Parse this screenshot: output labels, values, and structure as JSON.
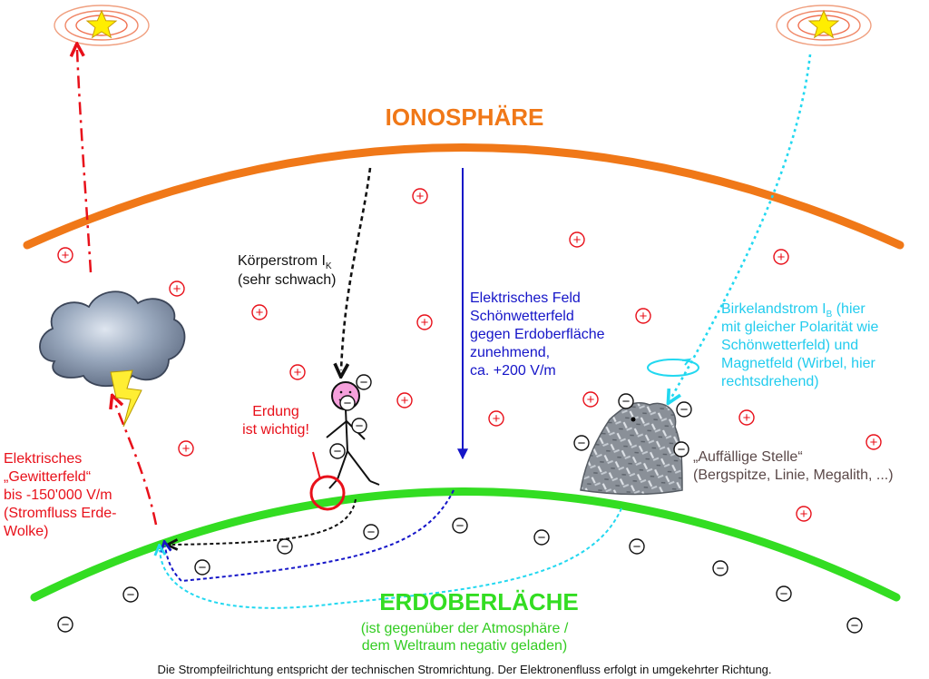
{
  "title_ionosphere": "IONOSPHÄRE",
  "title_earth": "ERDOBERLÄCHE",
  "earth_note": [
    "(ist gegenüber der Atmosphäre /",
    "dem Weltraum negativ geladen)"
  ],
  "body_current": {
    "main": "Körperstrom I",
    "sub": "K",
    "line2": "(sehr schwach)"
  },
  "grounding": [
    "Erdung",
    "ist wichtig!"
  ],
  "field": [
    "Elektrisches Feld",
    "Schönwetterfeld",
    "gegen Erdoberfläche",
    "zunehmend,",
    "ca. +200 V/m"
  ],
  "storm": [
    "Elektrisches",
    "„Gewitterfeld“",
    "bis -150'000 V/m",
    "(Stromfluss Erde-",
    "Wolke)"
  ],
  "birkeland": {
    "line1_main": "Birkelandstrom I",
    "line1_sub": "B",
    "line1_rest": " (hier",
    "lines": [
      "mit gleicher Polarität wie",
      "Schönwetterfeld) und",
      "Magnetfeld (Wirbel, hier",
      "rechtsdrehend)"
    ]
  },
  "spot": [
    "„Auffällige Stelle“",
    "(Bergspitze, Linie, Megalith, ...)"
  ],
  "footer": "Die Strompfeilrichtung entspricht der technischen Stromrichtung. Der Elektronenfluss erfolgt in umgekehrter Richtung.",
  "plus_symbol": "+",
  "minus_symbol": "−",
  "colors": {
    "ionosphere": "#f07818",
    "earth": "#33dd22",
    "plus": "#e8101a",
    "red": "#e8101a",
    "blue": "#1515c8",
    "cyan": "#22d8f0",
    "brown": "#5a4848",
    "black": "#111111"
  }
}
